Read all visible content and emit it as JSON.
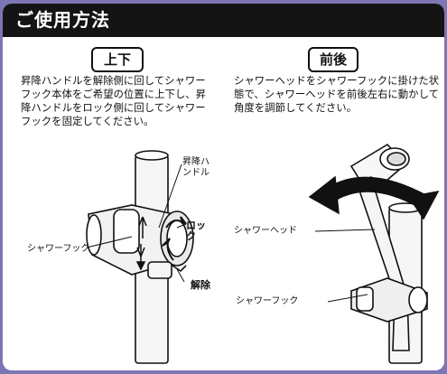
{
  "header": {
    "title": "ご使用方法"
  },
  "left_panel": {
    "label": "上下",
    "description": "昇降ハンドルを解除側に回してシャワーフック本体をご希望の位置に上下し、昇降ハンドルをロック側に回してシャワーフックを固定してください。",
    "callouts": {
      "lift_handle": "昇降ハンドル",
      "lock": "ロック",
      "shower_hook": "シャワーフック",
      "release": "解除"
    }
  },
  "right_panel": {
    "label": "前後",
    "description": "シャワーヘッドをシャワーフックに掛けた状態で、シャワーヘッドを前後左右に動かして角度を調節してください。",
    "callouts": {
      "shower_head": "シャワーヘッド",
      "shower_hook": "シャワーフック"
    }
  },
  "colors": {
    "background_frame": "#7d76b4",
    "header_bg": "#141414",
    "header_text": "#ffffff",
    "pipe_fill": "#f5f5f5",
    "line": "#111111"
  }
}
